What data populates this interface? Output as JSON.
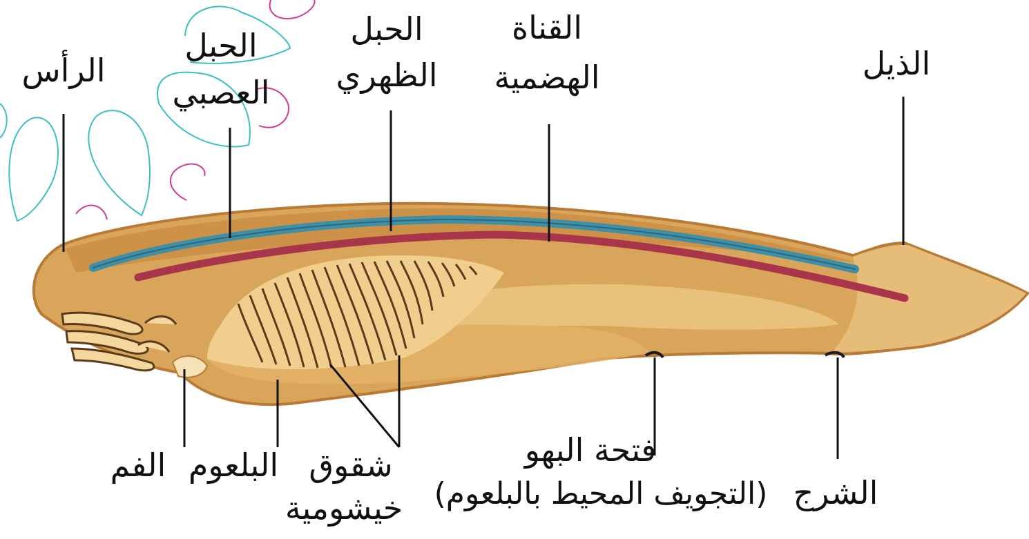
{
  "diagram": {
    "labels": {
      "head": "الرأس",
      "nerve_cord_1": "الحبل",
      "nerve_cord_2": "العصبي",
      "notochord_1": "الحبل",
      "notochord_2": "الظهري",
      "gut_1": "القناة",
      "gut_2": "الهضمية",
      "tail": "الذيل",
      "mouth": "الفم",
      "pharynx": "البلعوم",
      "gill_slits_1": "شقوق",
      "gill_slits_2": "خيشومية",
      "atriopore_1": "فتحة البهو",
      "atriopore_2": "(التجويف المحيط بالبلعوم)",
      "anus": "الشرج"
    },
    "colors": {
      "body": "#d9a55a",
      "body_dark": "#b87a35",
      "nerve_cord": "#3f8fa6",
      "notochord": "#a8354a",
      "gut": "#e8c27a",
      "gill_bars": "#5a3a1a",
      "leader_lines": "#111111",
      "decor_teal": "#3bbfc4",
      "decor_magenta": "#d23a8f"
    }
  }
}
